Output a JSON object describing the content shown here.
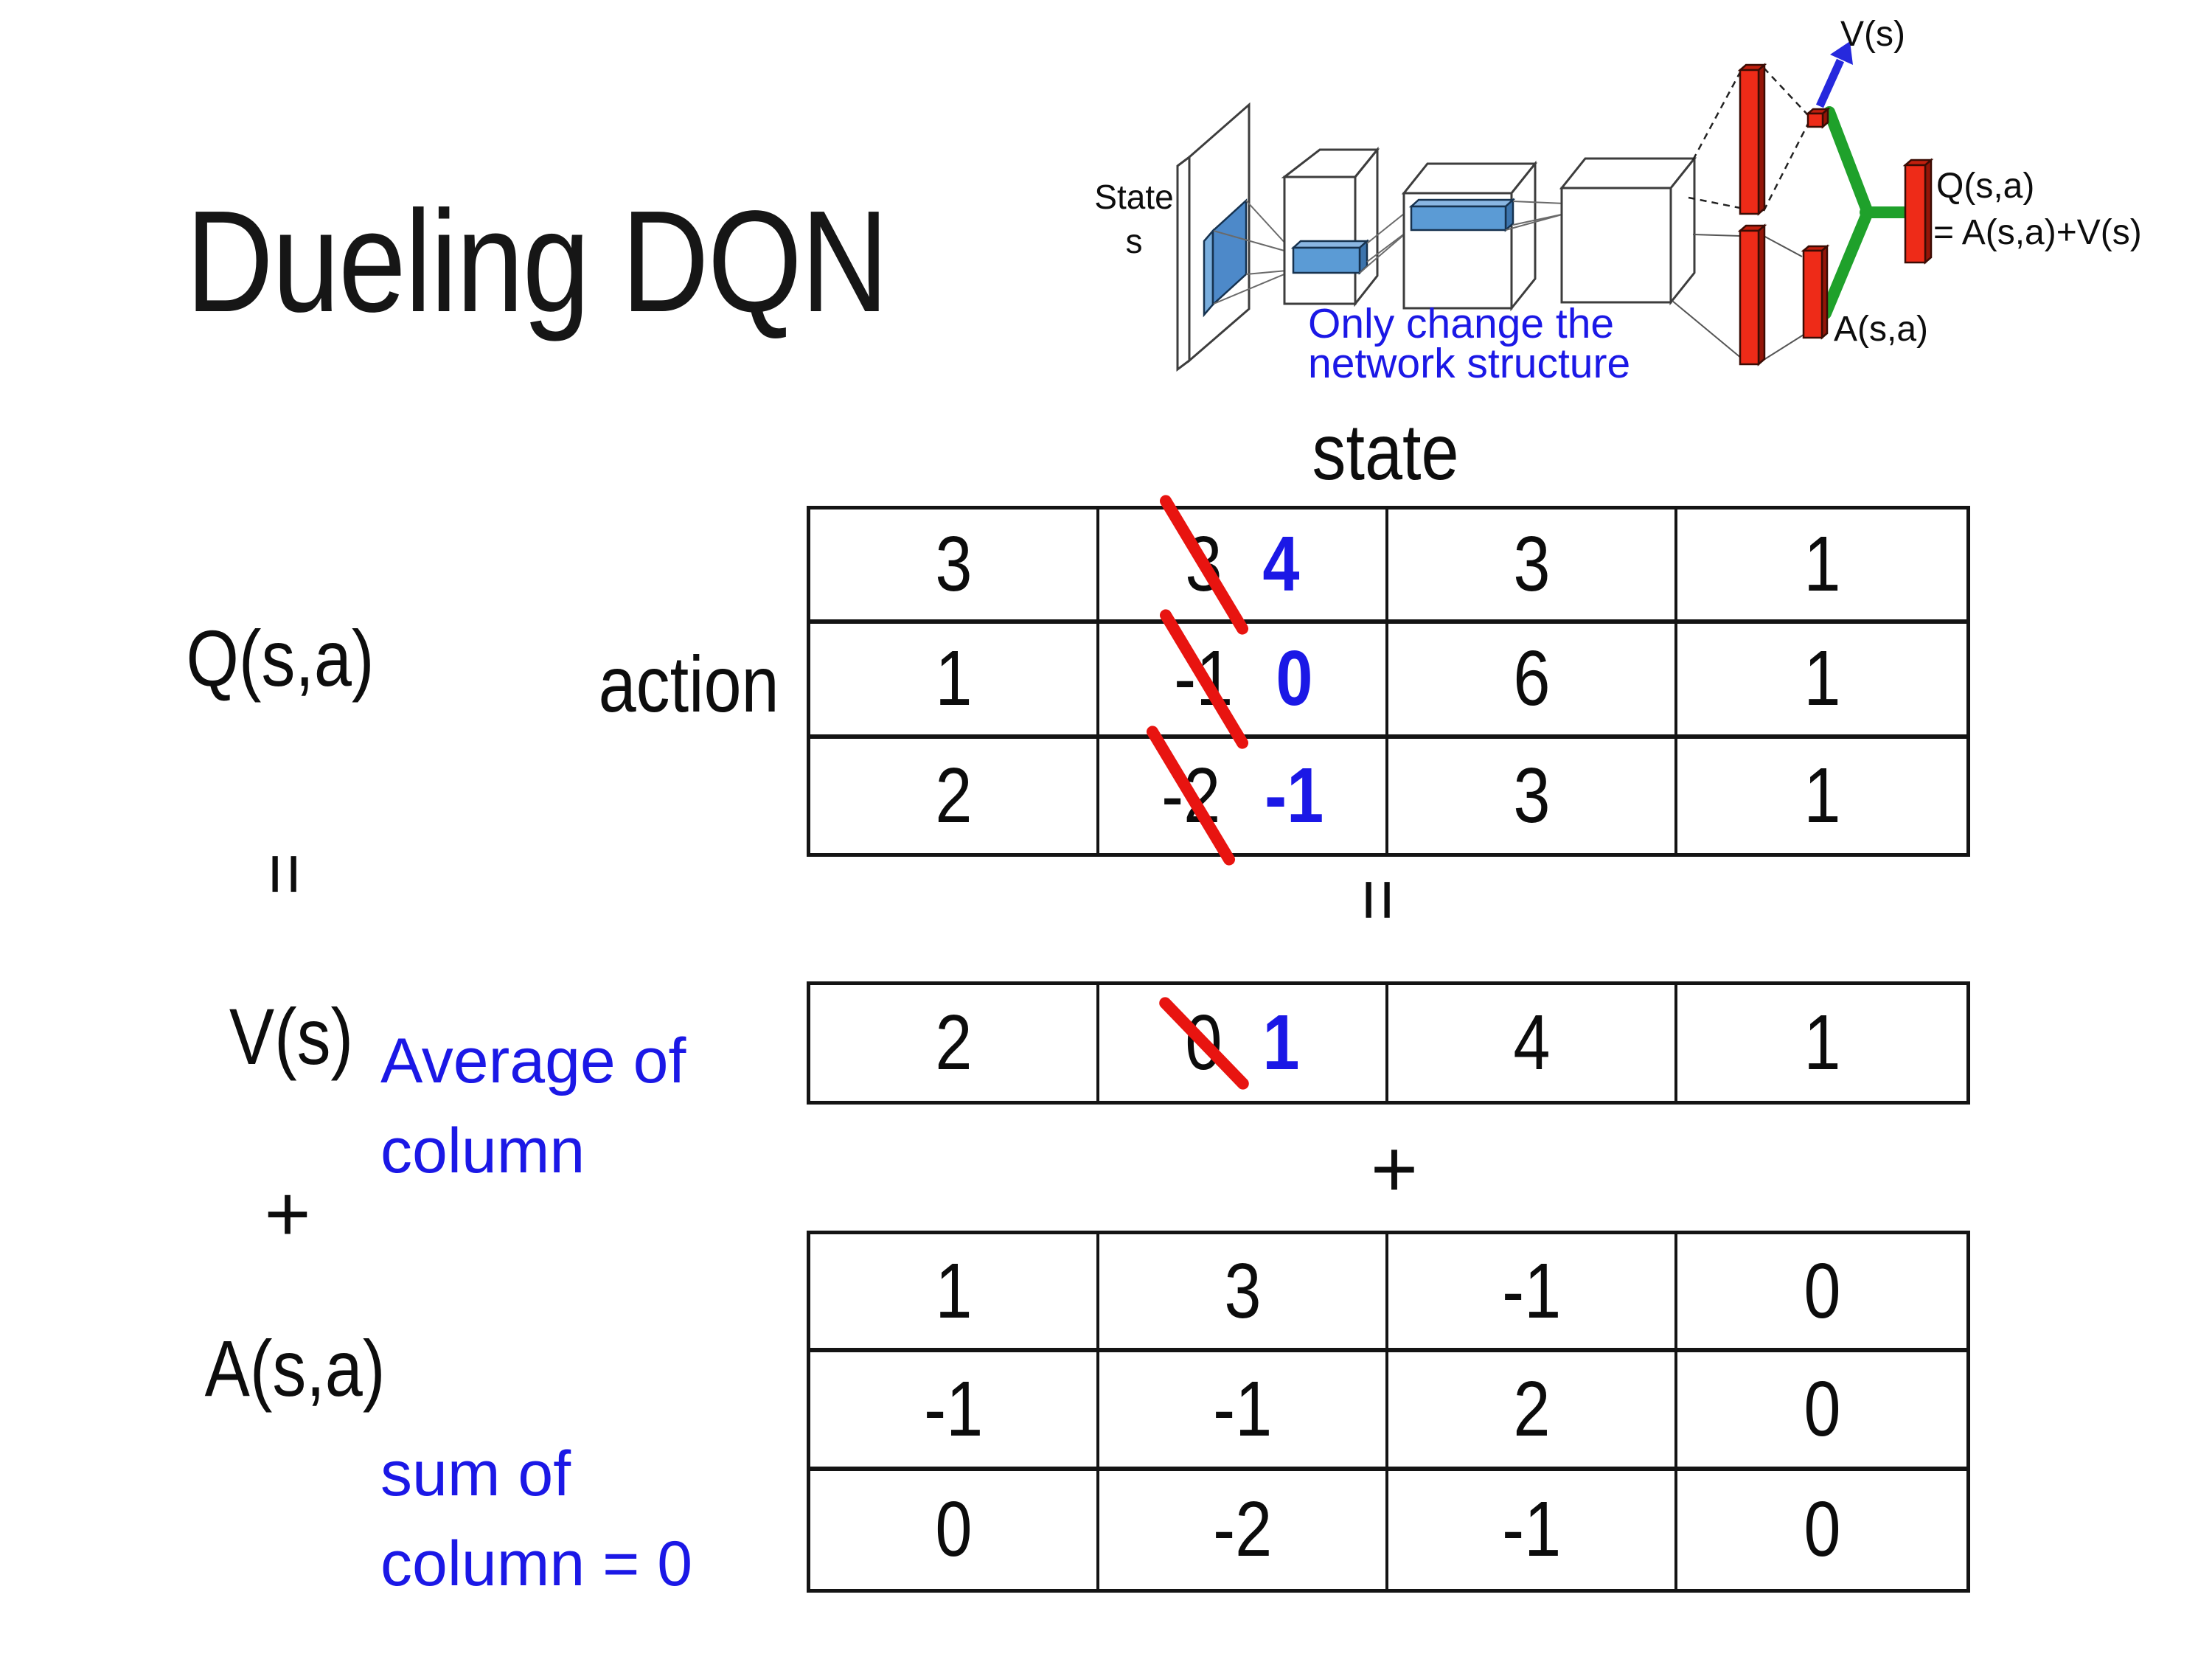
{
  "slide": {
    "title": "Dueling DQN"
  },
  "colors": {
    "text_black": "#0d0d0d",
    "annotation_blue": "#1b18e6",
    "strike_red": "#e81410",
    "bar_red": "#ee2b18",
    "connector_green": "#1fa12b",
    "arrow_blue": "#2629dd",
    "filter_blue": "#5b9bd5"
  },
  "diagram": {
    "state1": "State",
    "state2": "s",
    "note1": "Only change the",
    "note2": "network structure",
    "v_out": "V(s)",
    "q_out": "Q(s,a)",
    "q_formula": "= A(s,a)+V(s)",
    "a_out": "A(s,a)"
  },
  "equation": {
    "q": "Q(s,a)",
    "equals1": "=",
    "v": "V(s)",
    "plus1": "+",
    "a": "A(s,a)",
    "action": "action",
    "state": "state",
    "equals2": "=",
    "plus2": "+"
  },
  "notes": {
    "avg1": "Average of",
    "avg2": "column",
    "sum1": "sum of",
    "sum2": "column = 0"
  },
  "q_table": {
    "rows": [
      {
        "c1": "3",
        "old": "3",
        "new": "4",
        "c3": "3",
        "c4": "1"
      },
      {
        "c1": "1",
        "old": "-1",
        "new": "0",
        "c3": "6",
        "c4": "1"
      },
      {
        "c1": "2",
        "old": "-2",
        "new": "-1",
        "c3": "3",
        "c4": "1"
      }
    ]
  },
  "v_table": {
    "c1": "2",
    "old": "0",
    "new": "1",
    "c3": "4",
    "c4": "1"
  },
  "a_table": {
    "rows": [
      [
        "1",
        "3",
        "-1",
        "0"
      ],
      [
        "-1",
        "-1",
        "2",
        "0"
      ],
      [
        "0",
        "-2",
        "-1",
        "0"
      ]
    ]
  }
}
